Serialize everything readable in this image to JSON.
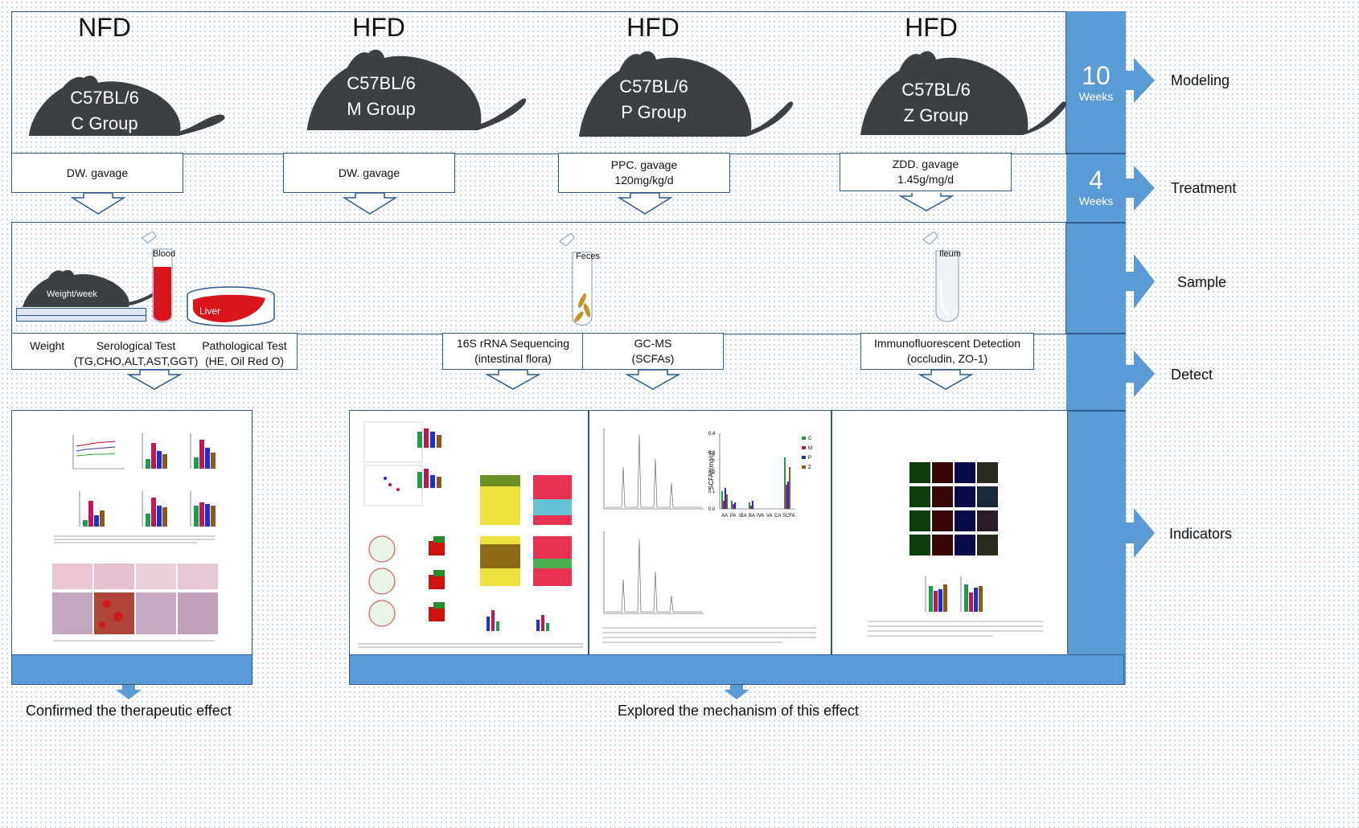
{
  "groups": [
    {
      "diet": "NFD",
      "strain": "C57BL/6",
      "name": "C Group",
      "treatment": "DW. gavage",
      "dose": ""
    },
    {
      "diet": "HFD",
      "strain": "C57BL/6",
      "name": "M Group",
      "treatment": "DW. gavage",
      "dose": ""
    },
    {
      "diet": "HFD",
      "strain": "C57BL/6",
      "name": "P Group",
      "treatment": "PPC. gavage",
      "dose": "120mg/kg/d"
    },
    {
      "diet": "HFD",
      "strain": "C57BL/6",
      "name": "Z Group",
      "treatment": "ZDD. gavage",
      "dose": "1.45g/mg/d"
    }
  ],
  "durations": [
    {
      "value": "10",
      "unit": "Weeks"
    },
    {
      "value": "4",
      "unit": "Weeks"
    }
  ],
  "stages": [
    "Modeling",
    "Treatment",
    "Sample",
    "Detect",
    "Indicators"
  ],
  "samples": {
    "weight": "Weight/week",
    "blood": "Blood",
    "liver": "Liver",
    "feces": "Feces",
    "ileum": "Ileum"
  },
  "detections": {
    "weight": "Weight",
    "serological": "Serological Test",
    "serological_sub": "(TG,CHO,ALT,AST,GGT)",
    "pathological": "Pathological Test",
    "pathological_sub": "(HE, Oil Red O)",
    "seq": "16S rRNA Sequencing",
    "seq_sub": "(intestinal flora)",
    "gcms": "GC-MS",
    "gcms_sub": "(SCFAs)",
    "immuno": "Immunofluorescent Detection",
    "immuno_sub": "(occludin, ZO-1)"
  },
  "scfa_chart": {
    "ylabel": "SCFAs(mg/g)",
    "categories": [
      "AA",
      "PA",
      "IBA",
      "BA",
      "IVA",
      "VA",
      "CA",
      "SCFA"
    ],
    "legend": [
      "C",
      "M",
      "P",
      "Z"
    ],
    "yticks": [
      "0.0",
      "0.1",
      "0.2",
      "0.3",
      "0.4"
    ]
  },
  "conclusions": [
    "Confirmed the therapeutic effect",
    "Explored the mechanism of this effect"
  ],
  "colors": {
    "accent": "#5b9bd5",
    "border": "#2e5b8c",
    "mouse": "#3c3f44",
    "blood": "#d9141b"
  }
}
